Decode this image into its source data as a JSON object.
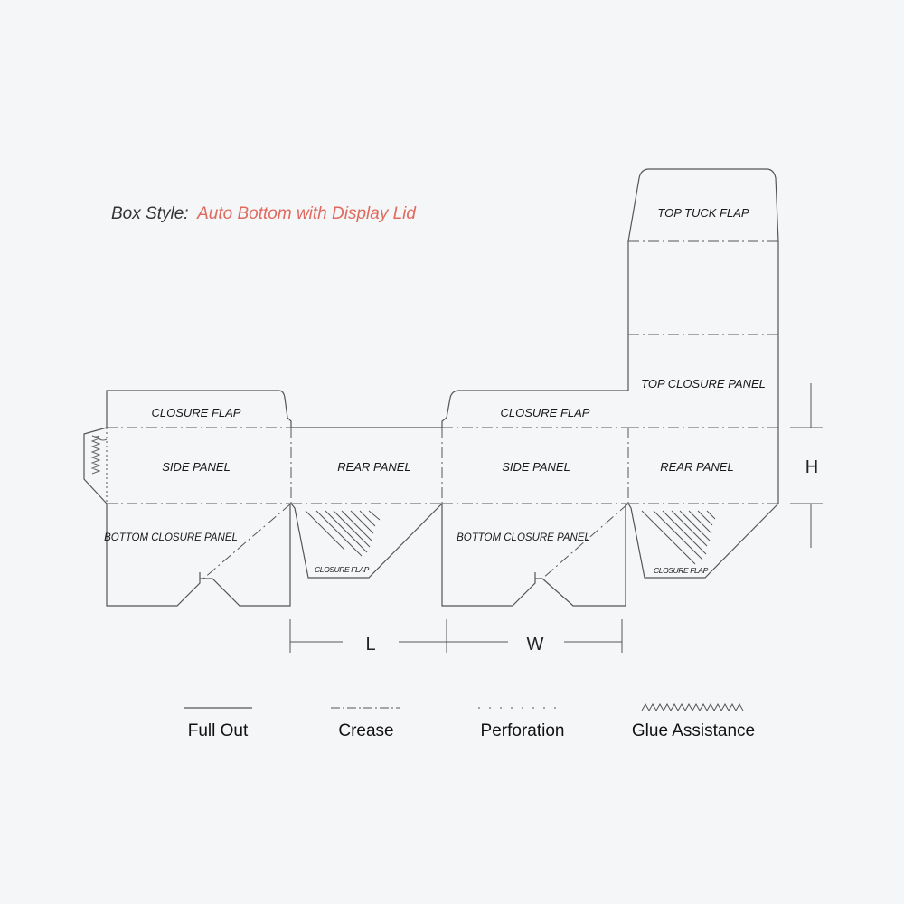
{
  "title": {
    "prefix": "Box Style:",
    "value": "Auto Bottom with Display Lid",
    "prefix_color": "#333333",
    "value_color": "#e06a5e"
  },
  "panels": {
    "left_closure_flap": "CLOSURE FLAP",
    "left_side_panel": "SIDE PANEL",
    "left_bottom_closure_panel": "BOTTOM CLOSURE PANEL",
    "rear_panel_1": "REAR PANEL",
    "rear_closure_flap_1": "CLOSURE FLAP",
    "right_closure_flap": "CLOSURE FLAP",
    "right_side_panel": "SIDE PANEL",
    "right_bottom_closure_panel": "BOTTOM CLOSURE PANEL",
    "top_tuck_flap": "TOP TUCK FLAP",
    "top_closure_panel": "TOP CLOSURE PANEL",
    "rear_panel_2": "REAR PANEL",
    "rear_closure_flap_2": "CLOSURE FLAP"
  },
  "dimensions": {
    "length": "L",
    "width": "W",
    "height": "H"
  },
  "legend": [
    {
      "key": "full_out",
      "label": "Full Out",
      "line": "solid"
    },
    {
      "key": "crease",
      "label": "Crease",
      "line": "dash-dot"
    },
    {
      "key": "perforation",
      "label": "Perforation",
      "line": "dotted"
    },
    {
      "key": "glue_assistance",
      "label": "Glue Assistance",
      "line": "zigzag"
    }
  ]
}
